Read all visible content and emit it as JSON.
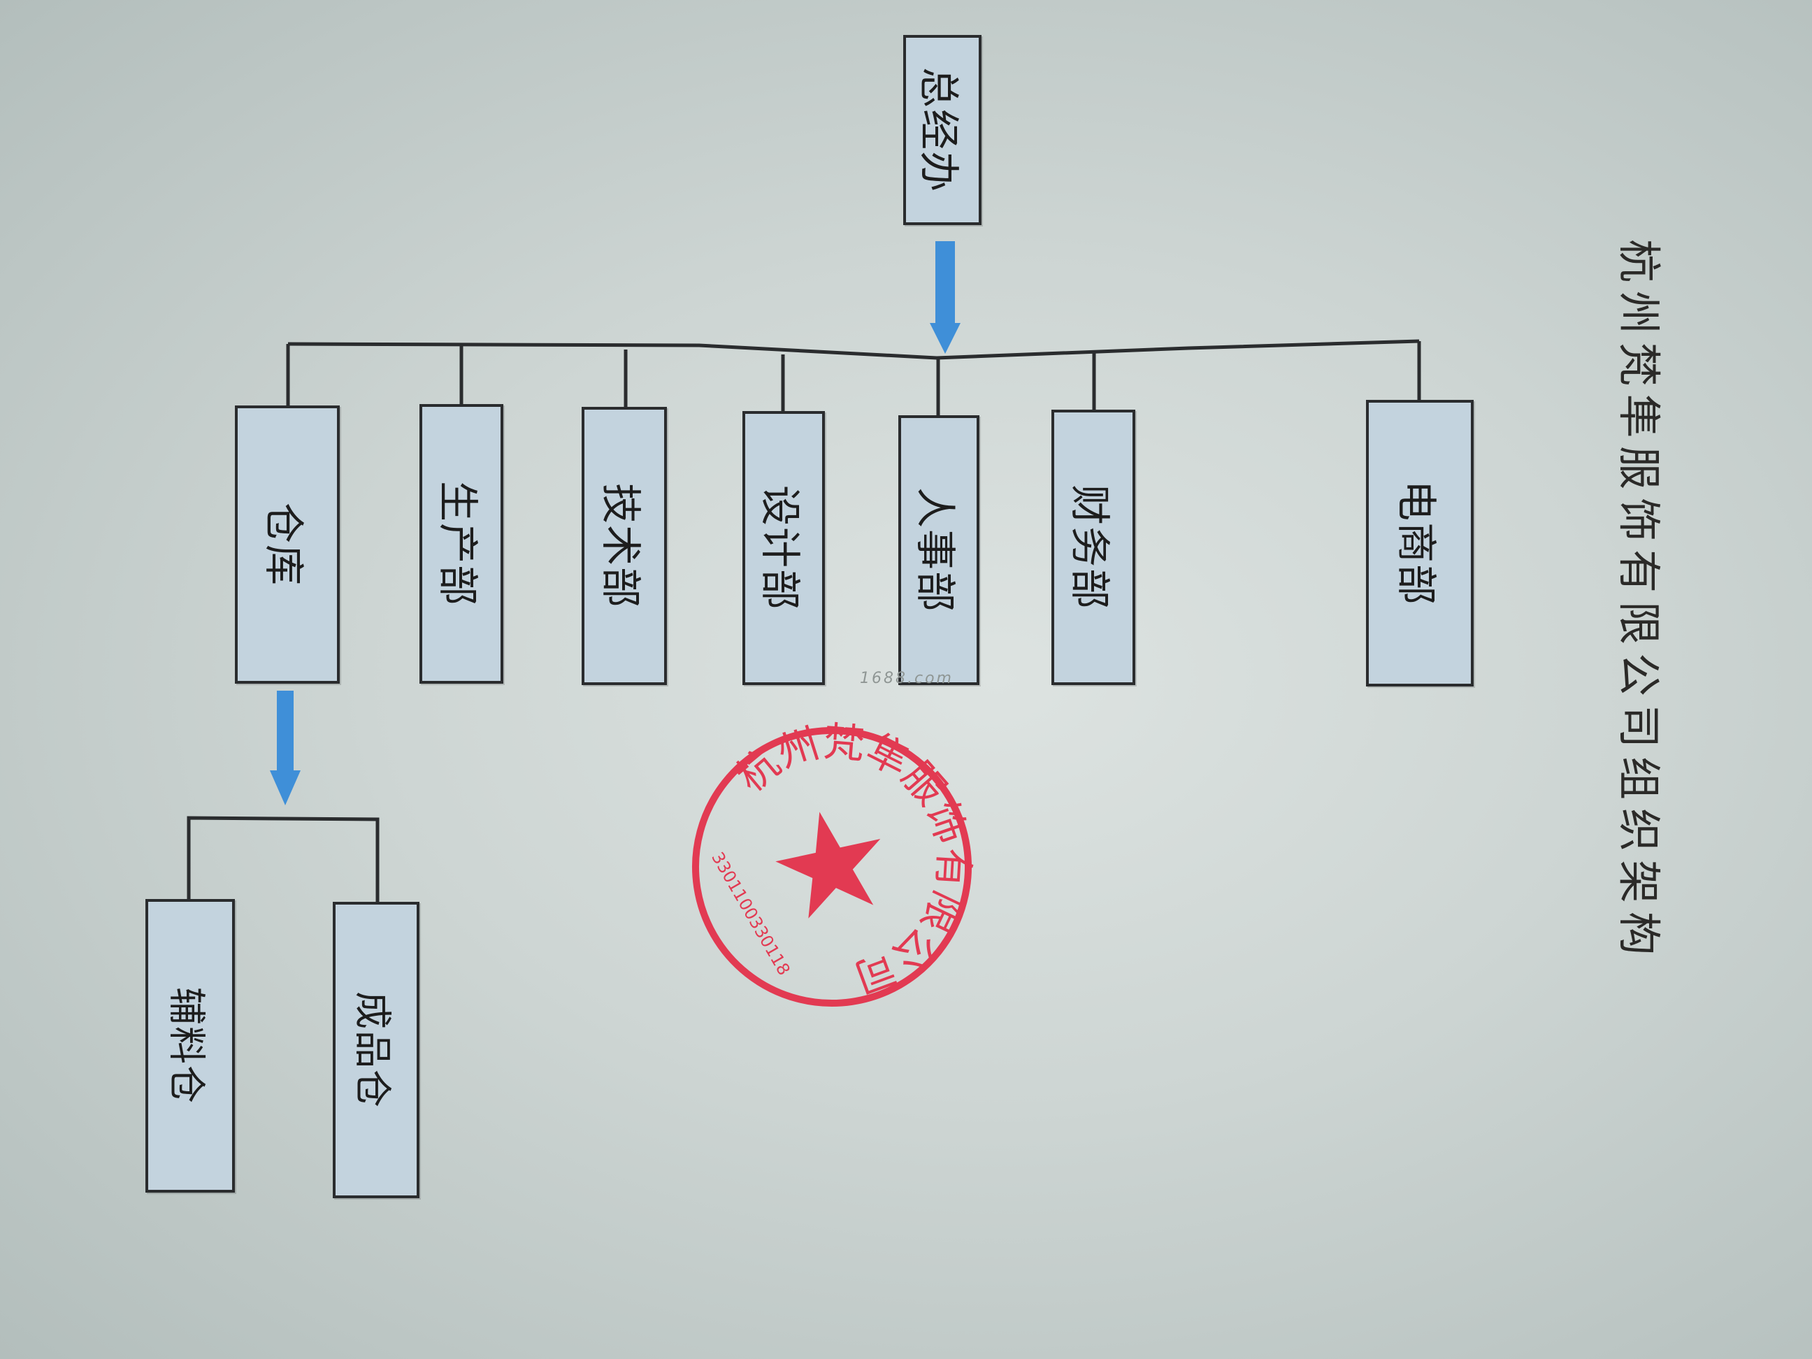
{
  "title": "杭州梵隼服饰有限公司组织架构",
  "top": {
    "label": "总经办"
  },
  "departments": [
    {
      "id": "warehouse",
      "label": "仓库"
    },
    {
      "id": "production",
      "label": "生产部"
    },
    {
      "id": "technical",
      "label": "技术部"
    },
    {
      "id": "design",
      "label": "设计部"
    },
    {
      "id": "hr",
      "label": "人事部"
    },
    {
      "id": "finance",
      "label": "财务部"
    },
    {
      "id": "ecommerce",
      "label": "电商部"
    }
  ],
  "warehouse_children": [
    {
      "id": "auxiliary",
      "label": "辅料仓"
    },
    {
      "id": "finished",
      "label": "成品仓"
    }
  ],
  "seal": {
    "company": "杭州梵隼服饰有限公司",
    "number": "3301100330118",
    "color": "#e23a52"
  },
  "watermark": "1688.com",
  "colors": {
    "box_fill": "#c3d3de",
    "arrow": "#3f8fd8",
    "line": "#2a2c2e"
  }
}
